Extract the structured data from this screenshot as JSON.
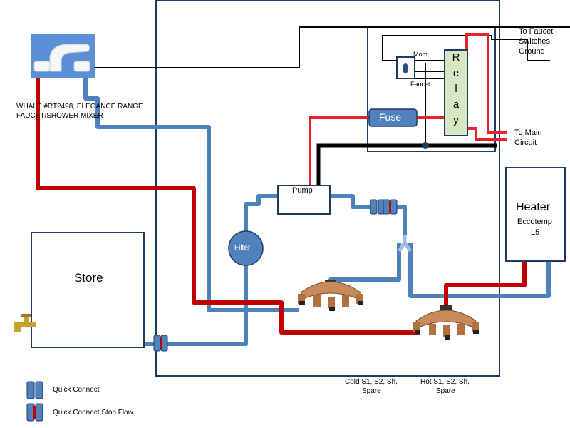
{
  "faucet": {
    "caption_line1": "WHALE #RT2498, ELEGANCE RANGE",
    "caption_line2": "FAUCET/SHOWER MIXER"
  },
  "store": {
    "label": "Store"
  },
  "heater": {
    "title": "Heater",
    "model_line1": "Eccotemp",
    "model_line2": "L5"
  },
  "pump": {
    "label": "Pump"
  },
  "filter": {
    "label": "Filter"
  },
  "fuse": {
    "label": "Fuse"
  },
  "relay": {
    "letters": [
      "R",
      "e",
      "l",
      "a",
      "y"
    ]
  },
  "switch": {
    "mom_label": "Mom",
    "faucet_label": "Faucet"
  },
  "wiring": {
    "to_faucet_line1": "To Faucet",
    "to_faucet_line2": "Switches",
    "to_faucet_line3": "Ground",
    "to_main_line1": "To Main",
    "to_main_line2": "Circuit"
  },
  "manifolds": {
    "cold_line1": "Cold S1, S2, Sh,",
    "cold_line2": "Spare",
    "hot_line1": "Hot S1, S2, Sh,",
    "hot_line2": "Spare"
  },
  "legend": {
    "quick_connect": "Quick Connect",
    "quick_connect_stop": "Quick Connect Stop Flow"
  },
  "colors": {
    "cold_pipe": "#4f81bd",
    "hot_pipe": "#c00000",
    "light_pipe": "#9dbde0",
    "ground_wire": "#000000",
    "power_wire": "#e8222a",
    "relay_fill": "#d6e7c4",
    "fuse_fill": "#4f81bd",
    "manifold": "#c98a5a"
  }
}
